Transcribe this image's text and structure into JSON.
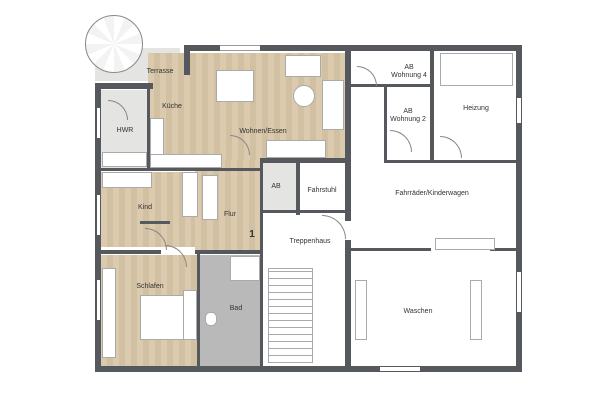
{
  "rooms": {
    "terrasse": "Terrasse",
    "kueche": "Küche",
    "hwr": "HWR",
    "wohnen": "Wohnen/Essen",
    "ab_wohnung4": [
      "AB",
      "Wohnung 4"
    ],
    "ab_wohnung2": [
      "AB",
      "Wohnung 2"
    ],
    "heizung": "Heizung",
    "kind": "Kind",
    "ab": "AB",
    "fahrstuhl": "Fahrstuhl",
    "fahrraeder": "Fahrräder/Kinderwagen",
    "flur": "Flur",
    "unit_number": "1",
    "treppenhaus": "Treppenhaus",
    "schlafen": "Schlafen",
    "bad": "Bad",
    "waschen": "Waschen"
  },
  "colors": {
    "wall": "#55585c",
    "wood_floor": "#d8c6a6",
    "tile_floor": "#b9b9b9"
  }
}
